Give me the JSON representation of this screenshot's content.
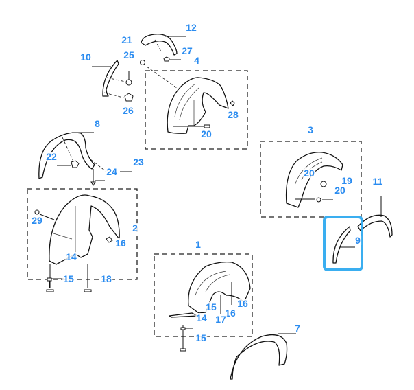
{
  "diagram": {
    "highlight_color": "#3aaef0",
    "label_color": "#2b8cf0",
    "highlighted_part": "9",
    "callouts": [
      {
        "id": "c12",
        "text": "12"
      },
      {
        "id": "c21",
        "text": "21"
      },
      {
        "id": "c27",
        "text": "27"
      },
      {
        "id": "c25",
        "text": "25"
      },
      {
        "id": "c4",
        "text": "4"
      },
      {
        "id": "c10",
        "text": "10"
      },
      {
        "id": "c26",
        "text": "26"
      },
      {
        "id": "c28",
        "text": "28"
      },
      {
        "id": "c20a",
        "text": "20"
      },
      {
        "id": "c8",
        "text": "8"
      },
      {
        "id": "c22",
        "text": "22"
      },
      {
        "id": "c23",
        "text": "23"
      },
      {
        "id": "c24",
        "text": "24"
      },
      {
        "id": "c3",
        "text": "3"
      },
      {
        "id": "c20b",
        "text": "20"
      },
      {
        "id": "c19",
        "text": "19"
      },
      {
        "id": "c20c",
        "text": "20"
      },
      {
        "id": "c11",
        "text": "11"
      },
      {
        "id": "c29",
        "text": "29"
      },
      {
        "id": "c2",
        "text": "2"
      },
      {
        "id": "c16a",
        "text": "16"
      },
      {
        "id": "c14a",
        "text": "14"
      },
      {
        "id": "c15a",
        "text": "15"
      },
      {
        "id": "c18",
        "text": "18"
      },
      {
        "id": "c9",
        "text": "9"
      },
      {
        "id": "c1",
        "text": "1"
      },
      {
        "id": "c15b",
        "text": "15"
      },
      {
        "id": "c16b",
        "text": "16"
      },
      {
        "id": "c16c",
        "text": "16"
      },
      {
        "id": "c14b",
        "text": "14"
      },
      {
        "id": "c17",
        "text": "17"
      },
      {
        "id": "c15c",
        "text": "15"
      },
      {
        "id": "c7",
        "text": "7"
      }
    ]
  }
}
